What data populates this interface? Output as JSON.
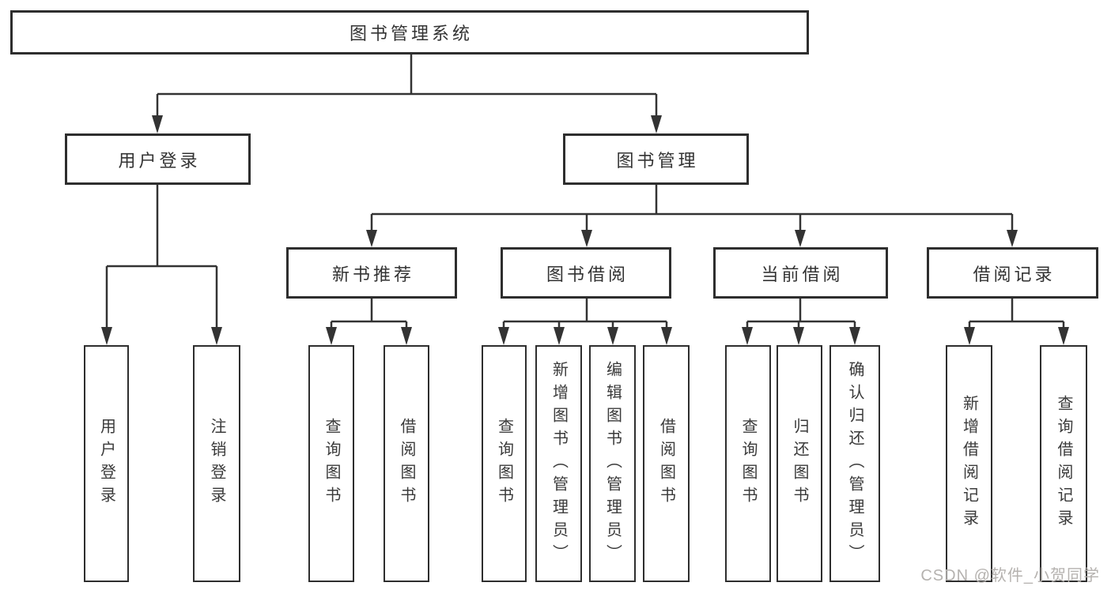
{
  "diagram": {
    "title": "图书管理系统",
    "level2": [
      "用户登录",
      "图书管理"
    ],
    "level3": [
      "新书推荐",
      "图书借阅",
      "当前借阅",
      "借阅记录"
    ],
    "leaves": [
      "用户登录",
      "注销登录",
      "查询图书",
      "借阅图书",
      "查询图书",
      "新增图书（管理员）",
      "编辑图书（管理员）",
      "借阅图书",
      "查询图书",
      "归还图书",
      "确认归还（管理员）",
      "新增借阅记录",
      "查询借阅记录"
    ]
  },
  "watermark": "CSDN @软件_小贺同学",
  "colors": {
    "line": "#333333",
    "text": "#333333",
    "box_background": "#ffffff",
    "page_background": "#ffffff",
    "watermark": "#b5b2af"
  }
}
